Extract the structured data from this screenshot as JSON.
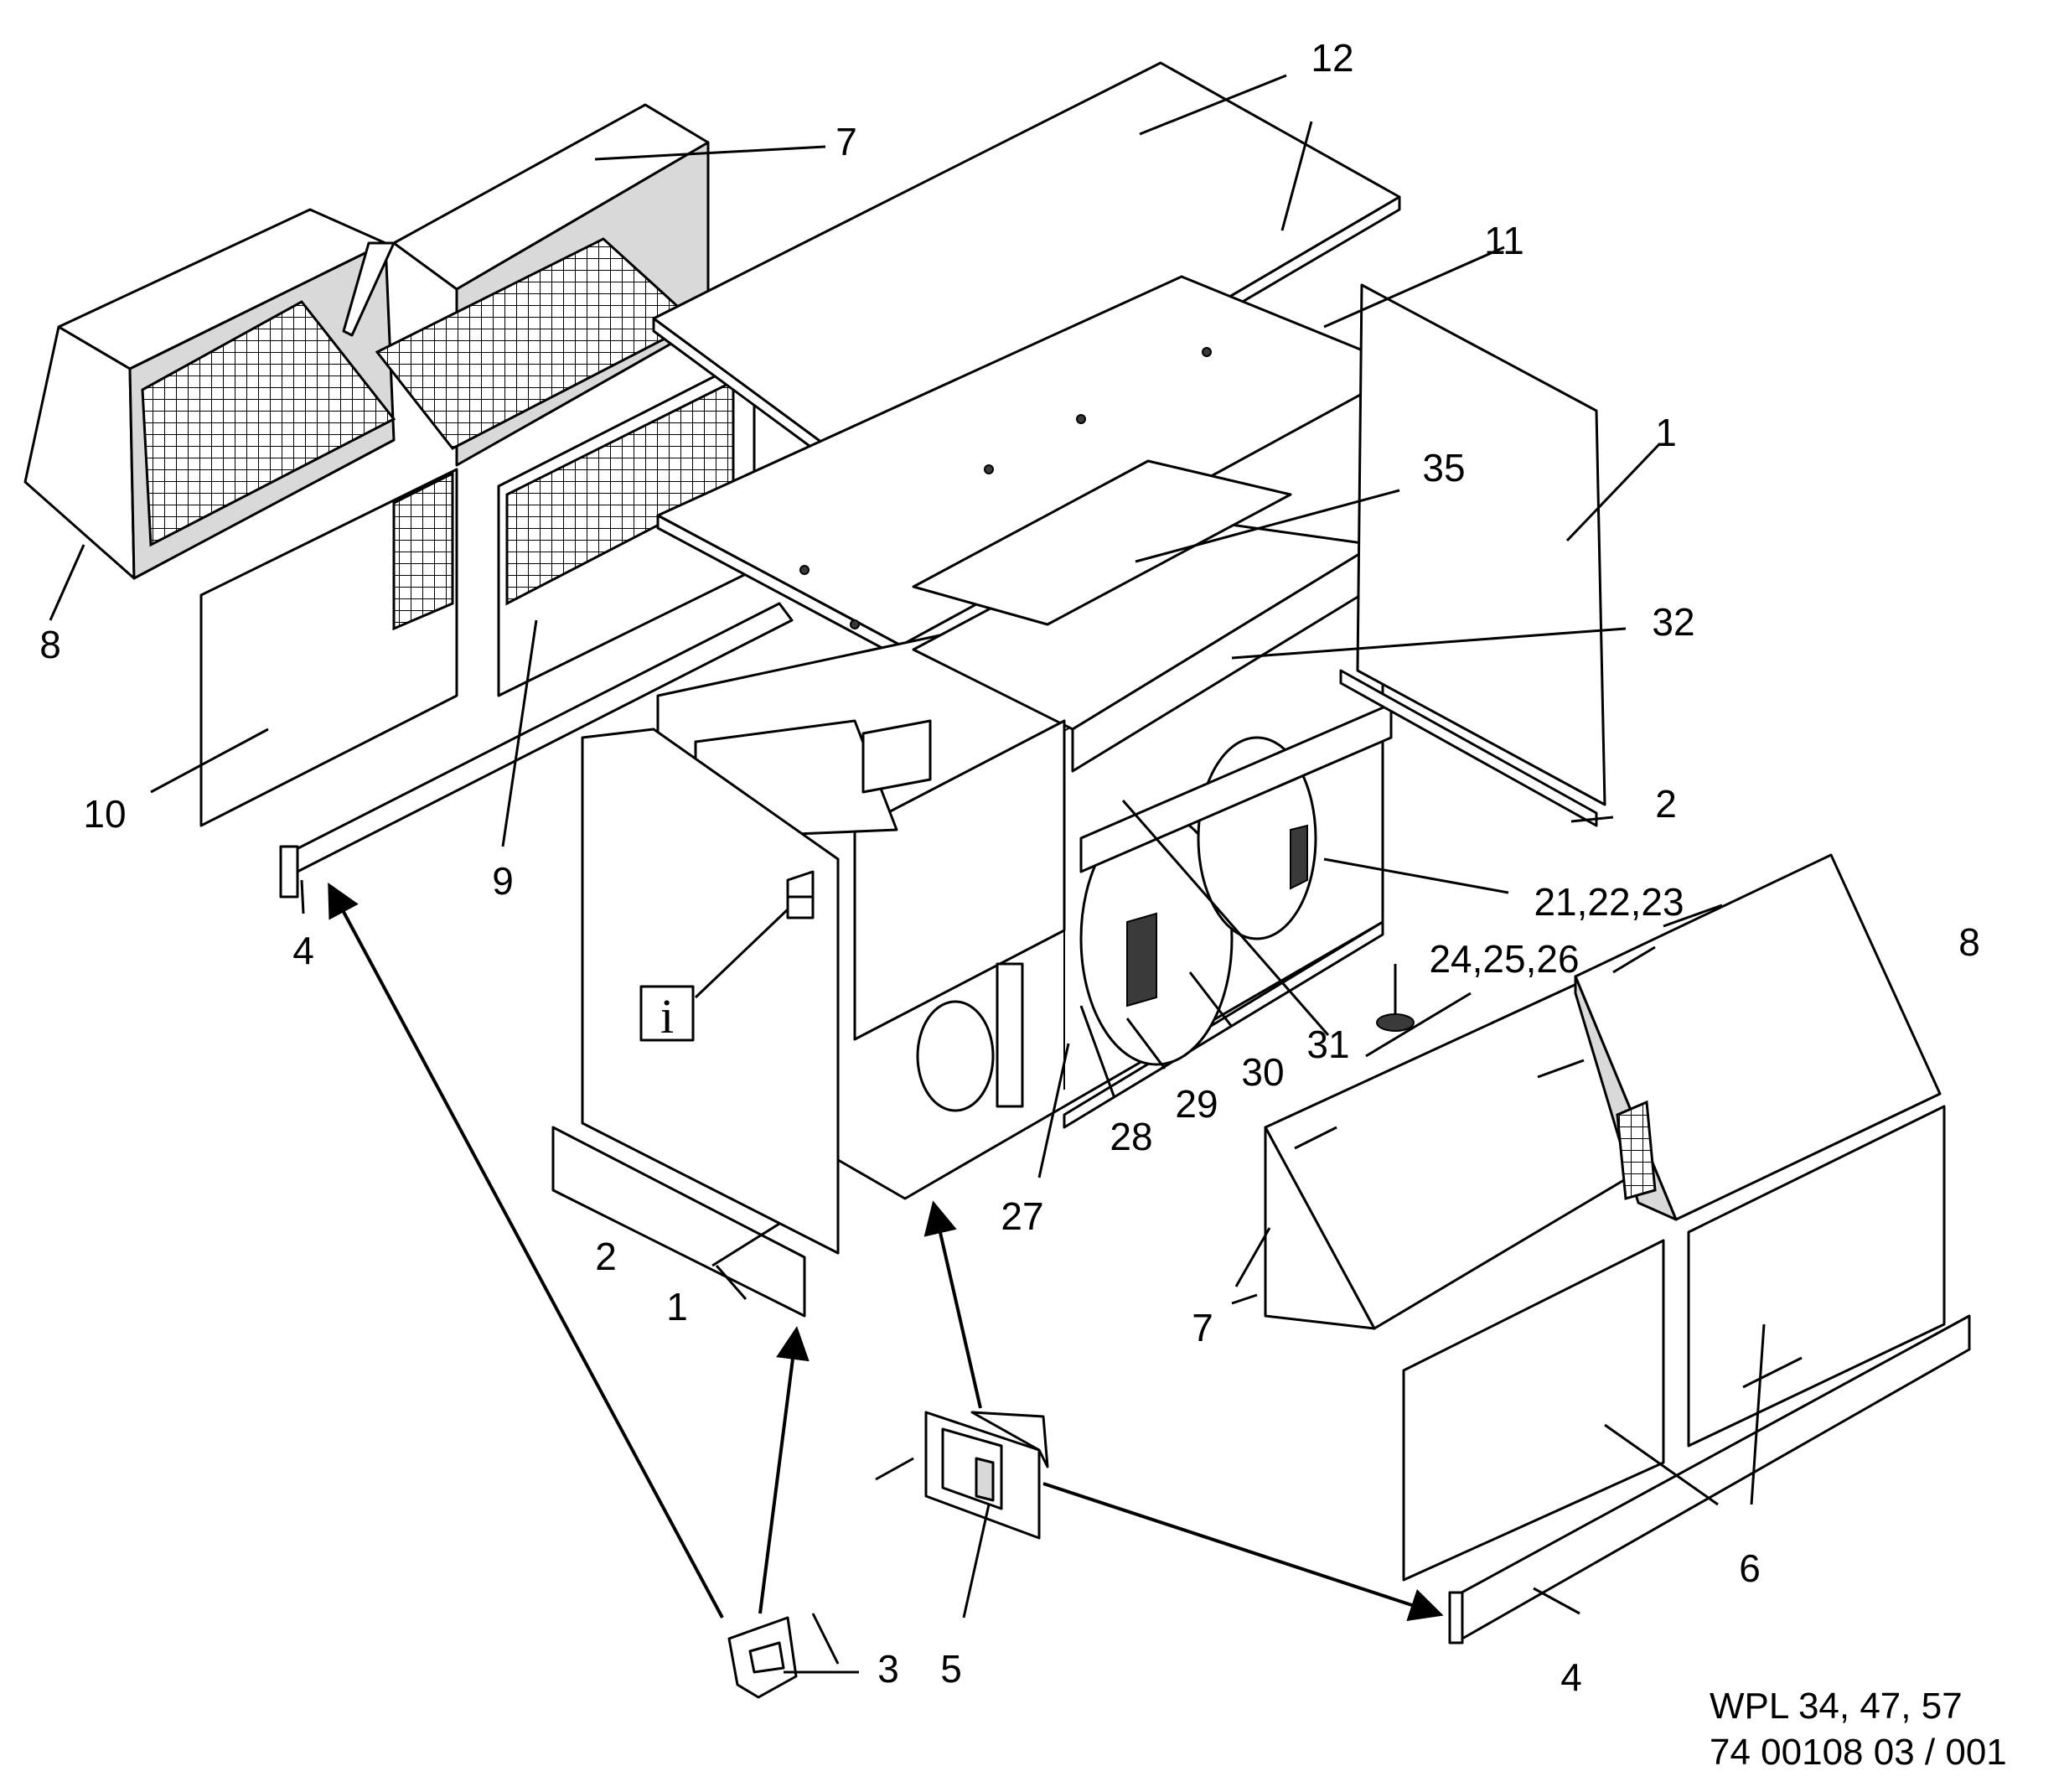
{
  "diagram": {
    "callouts": {
      "c12": "12",
      "c7a": "7",
      "c11": "11",
      "c1a": "1",
      "c35": "35",
      "c32": "32",
      "c8a": "8",
      "c10": "10",
      "c9": "9",
      "c2a": "2",
      "c4a": "4",
      "c21": "21,22,23",
      "c24": "24,25,26",
      "c8b": "8",
      "c31": "31",
      "c30": "30",
      "c29": "29",
      "c28": "28",
      "c27": "27",
      "c2b": "2",
      "c1b": "1",
      "c7b": "7",
      "c6": "6",
      "c3": "3",
      "c5": "5",
      "c4b": "4"
    },
    "info_symbol": "i",
    "reference": {
      "line1": "WPL 34, 47, 57",
      "line2": "74 00108 03 / 001"
    }
  }
}
